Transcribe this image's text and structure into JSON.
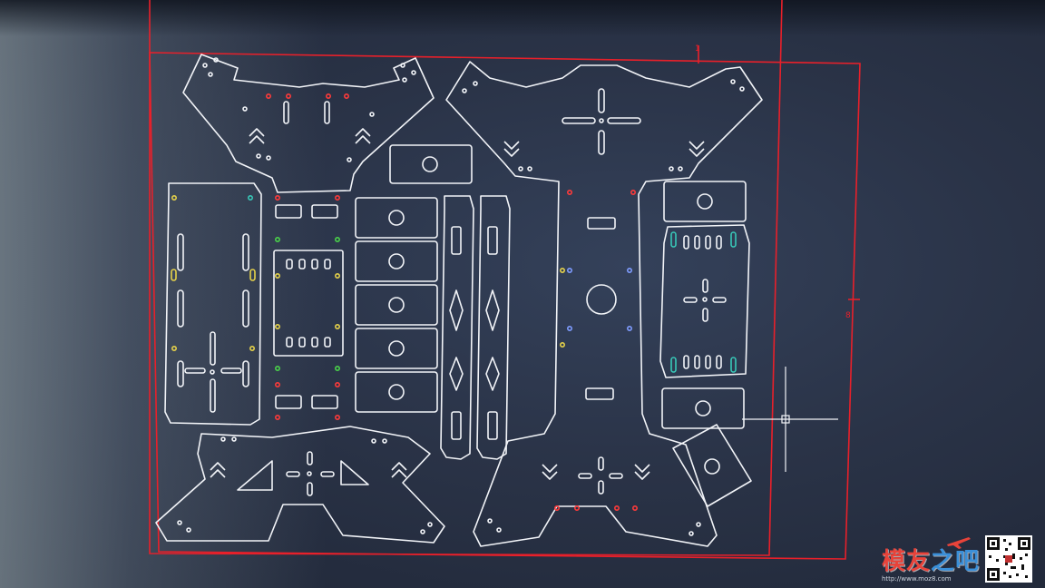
{
  "drawing": {
    "description_layers": [
      "part outlines",
      "drill holes",
      "sheet border",
      "ucs crosshair"
    ],
    "colors": {
      "background": "#2a3347",
      "outline": "#f2f4f8",
      "border": "#e8202a",
      "hole_red": "#ff3a3a",
      "hole_yellow": "#e6d24a",
      "hole_green": "#4ad24a",
      "hole_blue": "#7f9cff",
      "hole_cyan": "#38c8b8"
    },
    "border_marker_right": "8",
    "border_marker_top": "1"
  },
  "watermark": {
    "brand_red": "模友",
    "brand_blue": "之吧",
    "url": "http://www.moz8.com",
    "icons": [
      "airplane-icon",
      "qr-code"
    ]
  }
}
